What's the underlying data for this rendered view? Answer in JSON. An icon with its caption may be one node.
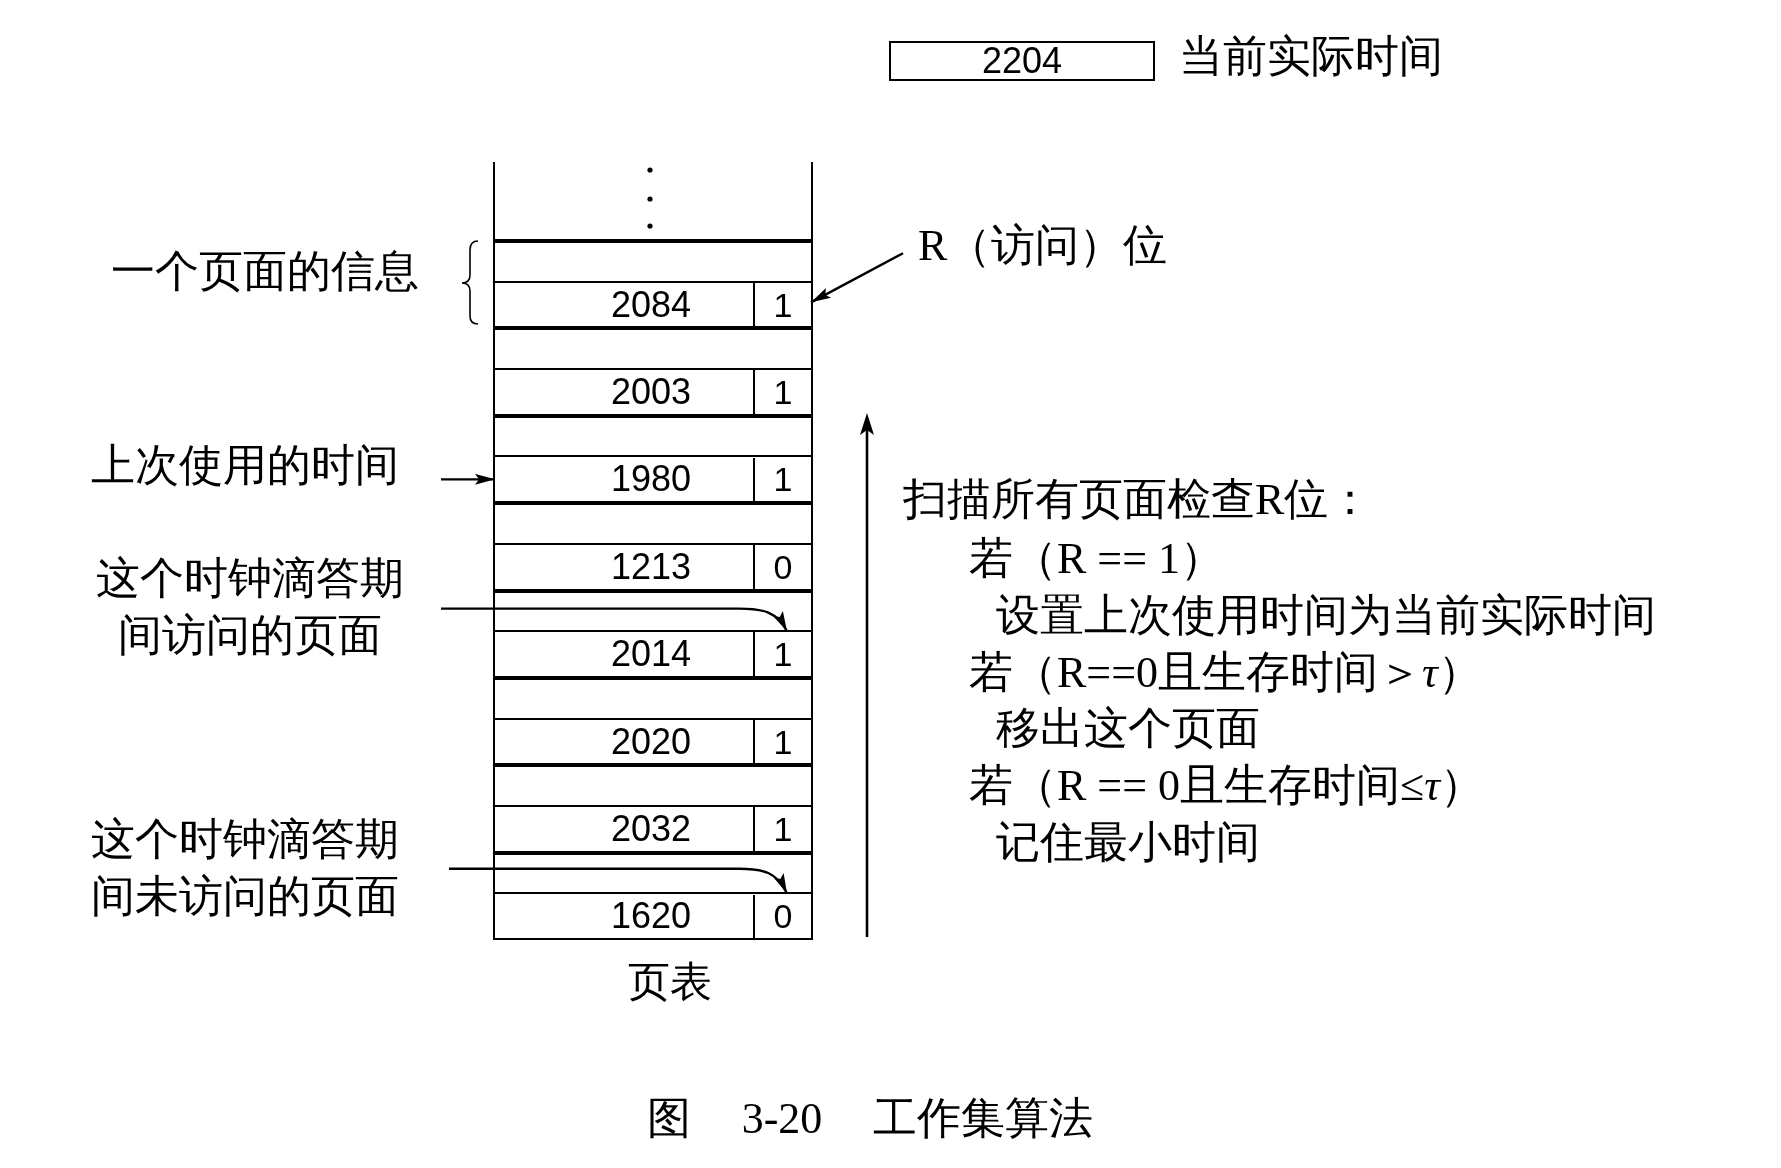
{
  "diagram": {
    "caption": "图 3-20 工作集算法",
    "nodes": [
      {
        "text": [
          "2204"
        ],
        "beside": [
          "当前实际时间"
        ]
      },
      {
        "text": [],
        "shape": "box",
        "beside": [
          "页表"
        ]
      },
      {
        "text": [],
        "shape": "box",
        "in": 1
      },
      {
        "text": [
          "2084"
        ],
        "in": 1
      },
      {
        "text": [
          "1"
        ],
        "in": 1
      },
      {
        "text": [],
        "shape": "box",
        "in": 1
      },
      {
        "text": [
          "2003"
        ],
        "in": 1
      },
      {
        "text": [
          "1"
        ],
        "in": 1
      },
      {
        "text": [],
        "shape": "box",
        "in": 1
      },
      {
        "text": [
          "1980"
        ],
        "in": 1
      },
      {
        "text": [
          "1"
        ],
        "in": 1
      },
      {
        "text": [],
        "shape": "box",
        "in": 1
      },
      {
        "text": [
          "1213"
        ],
        "in": 1
      },
      {
        "text": [
          "0"
        ],
        "in": 1
      },
      {
        "text": [],
        "shape": "box",
        "in": 1
      },
      {
        "text": [
          "2014"
        ],
        "in": 1
      },
      {
        "text": [
          "1"
        ],
        "in": 1
      },
      {
        "text": [],
        "shape": "box",
        "in": 1
      },
      {
        "text": [
          "2020"
        ],
        "in": 1
      },
      {
        "text": [
          "1"
        ],
        "in": 1
      },
      {
        "text": [],
        "shape": "box",
        "in": 1
      },
      {
        "text": [
          "2032"
        ],
        "in": 1
      },
      {
        "text": [
          "1"
        ],
        "in": 1
      },
      {
        "text": [],
        "shape": "box",
        "in": 1
      },
      {
        "text": [
          "1620"
        ],
        "in": 1
      },
      {
        "text": [
          "0"
        ],
        "in": 1
      },
      {
        "text": [
          "R（访问）位"
        ]
      },
      {
        "text": [
          "上次使用的时间"
        ]
      },
      {
        "text": [
          "这个时钟滴答期间访问的页面"
        ]
      },
      {
        "text": [
          "这个时钟滴答期间未访问的页面"
        ]
      }
    ],
    "edges": [
      {
        "from": 26,
        "to": 4,
        "arrow": "to"
      },
      {
        "from": 27,
        "to": 9,
        "arrow": "to"
      },
      {
        "from": 28,
        "to": 14,
        "arrow": "to"
      },
      {
        "from": 29,
        "to": 23,
        "arrow": "to"
      }
    ],
    "labels": [
      "一个页面的信息",
      "扫描所有页面检查R位：",
      "若（R == 1）",
      "设置上次使用时间为当前实际时间",
      "若（R==0且生存时间＞*τ*）",
      "移出这个页面",
      "若（R == 0且生存时间≤*τ*）",
      "记住最小时间"
    ]
  }
}
